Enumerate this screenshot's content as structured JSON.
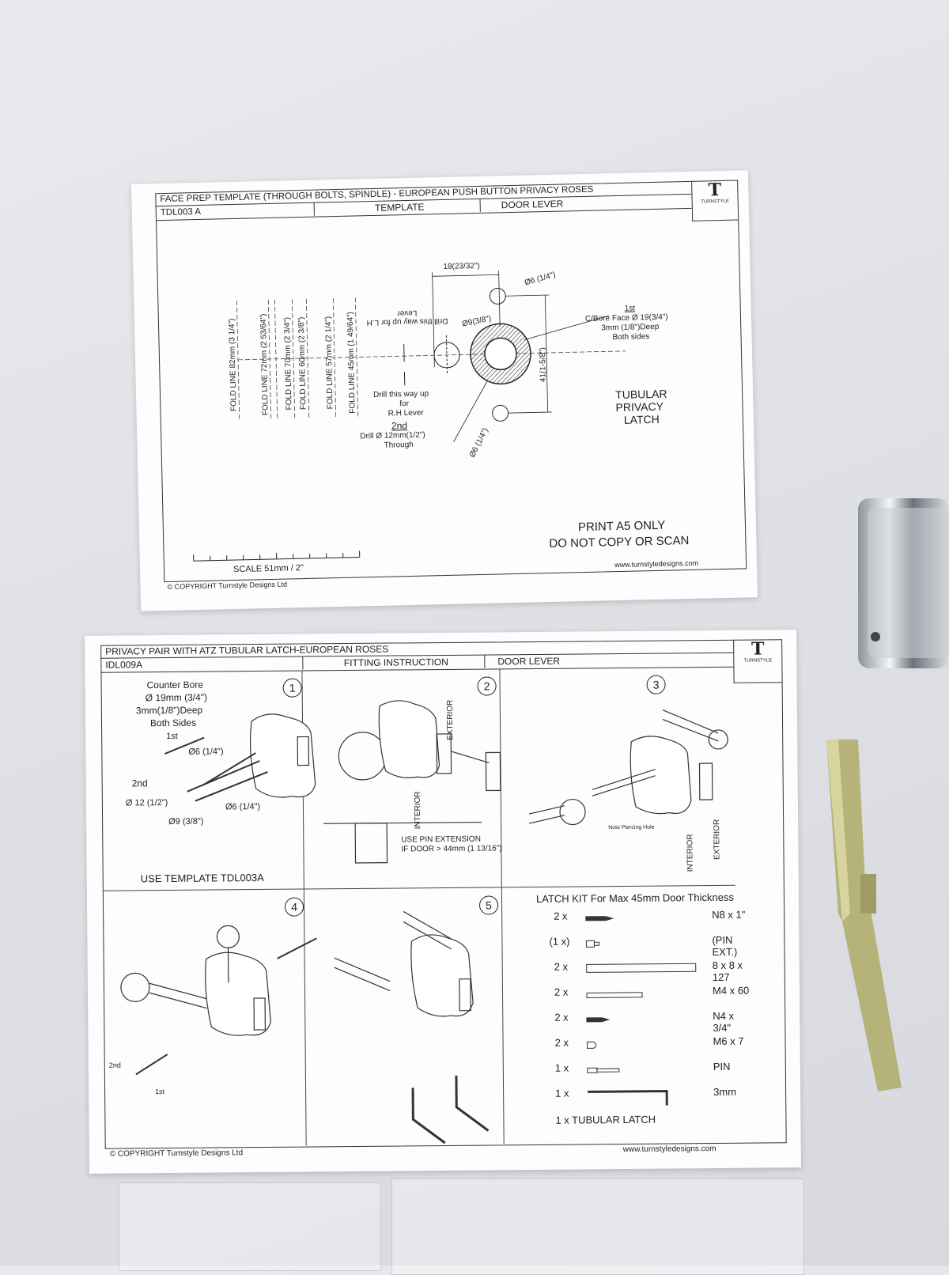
{
  "template_sheet": {
    "title": "FACE PREP TEMPLATE (THROUGH BOLTS, SPINDLE) - EUROPEAN PUSH BUTTON PRIVACY ROSES",
    "code": "TDL003 A",
    "col_template": "TEMPLATE",
    "col_door_lever": "DOOR LEVER",
    "brand": "TURNSTYLE",
    "fold_lines": [
      "FOLD LINE 82mm (3 1/4\")",
      "FOLD LINE 72mm (2 53/64\")",
      "FOLD LINE 70mm (2 3/4\")",
      "FOLD LINE 60mm (2 3/8\")",
      "FOLD LINE 57mm (2 1/4\")",
      "FOLD LINE 45mm (1 49/64\")"
    ],
    "lh_note": "Drill this way up for L.H Lever",
    "rh_note_1": "Drill this way up",
    "rh_note_2": "for",
    "rh_note_3": "R.H Lever",
    "dim_18": "18(23/32\")",
    "dim_6_top": "Ø6 (1/4\")",
    "dim_9": "Ø9(3/8\")",
    "dim_41": "41(1-5/8\")",
    "dim_6_bottom": "Ø6 (1/4\")",
    "first": "1st",
    "cbore_1": "C/Bore Face Ø 19(3/4\")",
    "cbore_2": "3mm (1/8\")Deep",
    "cbore_3": "Both sides",
    "second": "2nd",
    "drill_1": "Drill Ø 12mm(1/2\")",
    "drill_2": "Through",
    "latch_1": "TUBULAR",
    "latch_2": "PRIVACY",
    "latch_3": "LATCH",
    "print_1": "PRINT A5 ONLY",
    "print_2": "DO NOT COPY OR SCAN",
    "scale": "SCALE 51mm / 2\"",
    "copyright": "© COPYRIGHT Turnstyle Designs Ltd",
    "website": "www.turnstyledesigns.com"
  },
  "instruction_sheet": {
    "title": "PRIVACY PAIR WITH  ATZ TUBULAR LATCH-EUROPEAN ROSES",
    "code": "IDL009A",
    "col_fitting": "FITTING INSTRUCTION",
    "col_door_lever": "DOOR LEVER",
    "brand": "TURNSTYLE",
    "steps": [
      "1",
      "2",
      "3",
      "4",
      "5"
    ],
    "p1_cb_1": "Counter Bore",
    "p1_cb_2": "Ø 19mm (3/4\")",
    "p1_cb_3": "3mm(1/8\")Deep",
    "p1_cb_4": "Both Sides",
    "p1_1st": "1st",
    "p1_d6a": "Ø6 (1/4\")",
    "p1_2nd": "2nd",
    "p1_d12": "Ø 12 (1/2\")",
    "p1_d6b": "Ø6 (1/4\")",
    "p1_d9": "Ø9 (3/8\")",
    "p1_use": "USE TEMPLATE TDL003A",
    "p2_exterior": "EXTERIOR",
    "p2_interior": "INTERIOR",
    "p2_pin_1": "USE PIN EXTENSION",
    "p2_pin_2": "IF DOOR > 44mm (1 13/16\")",
    "p3_note": "Note Piercing Hole",
    "p3_interior": "INTERIOR",
    "p3_exterior": "EXTERIOR",
    "p4_2nd": "2nd",
    "p4_1st": "1st",
    "kit_title": "LATCH KIT For Max 45mm Door Thickness",
    "kit": [
      {
        "qty": "2 x",
        "spec": "N8 x 1\""
      },
      {
        "qty": "(1 x)",
        "spec": "(PIN EXT.)"
      },
      {
        "qty": "2 x",
        "spec": "8 x 8 x 127"
      },
      {
        "qty": "2 x",
        "spec": "M4 x 60"
      },
      {
        "qty": "2 x",
        "spec": "N4 x 3/4\""
      },
      {
        "qty": "2 x",
        "spec": "M6 x 7"
      },
      {
        "qty": "1 x",
        "spec": "PIN"
      },
      {
        "qty": "1 x",
        "spec": "3mm"
      }
    ],
    "kit_latch": "1 x  TUBULAR LATCH",
    "copyright": "© COPYRIGHT Turnstyle Designs Ltd",
    "website": "www.turnstyledesigns.com"
  }
}
